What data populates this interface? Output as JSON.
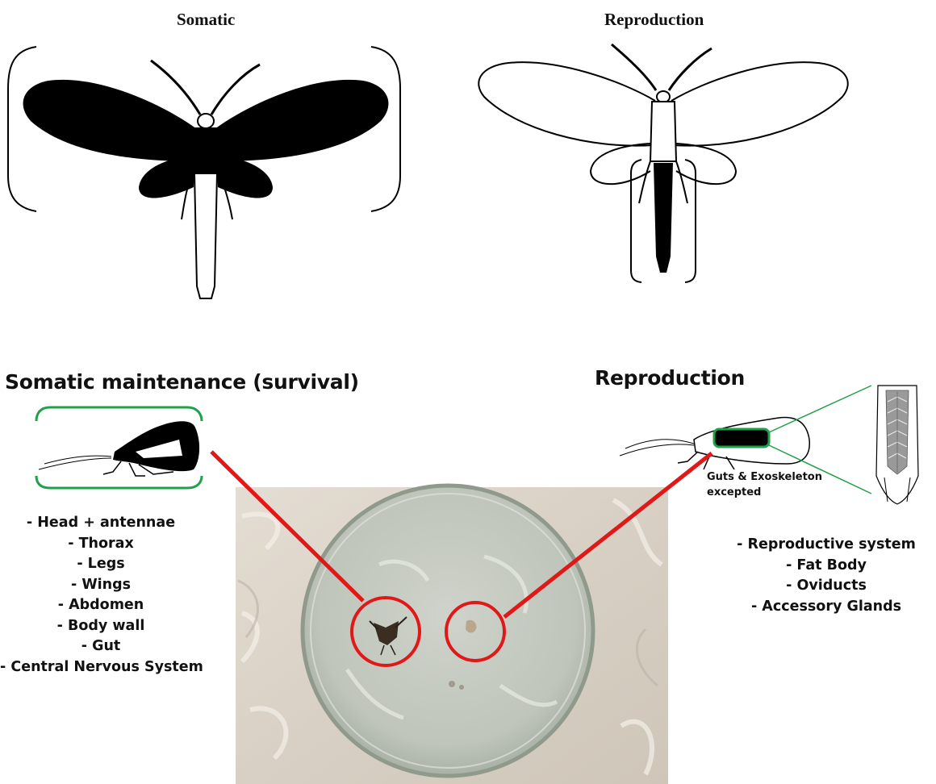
{
  "top": {
    "somatic_title": "Somatic",
    "reproduction_title": "Reproduction"
  },
  "bottom": {
    "somatic_heading": "Somatic maintenance (survival)",
    "reproduction_heading": "Reproduction",
    "somatic_items": [
      "- Head + antennae",
      "- Thorax",
      "- Legs",
      "- Wings",
      "- Abdomen",
      "- Body wall",
      "- Gut",
      "- Central Nervous System"
    ],
    "reproduction_items": [
      "- Reproductive system",
      "- Fat Body",
      "- Oviducts",
      "- Accessory Glands"
    ],
    "exception_note_line1": "Guts & Exoskeleton",
    "exception_note_line2": "excepted"
  },
  "colors": {
    "highlight_red": "#e01818",
    "bracket_green": "#21a04a",
    "silhouette": "#000000"
  }
}
